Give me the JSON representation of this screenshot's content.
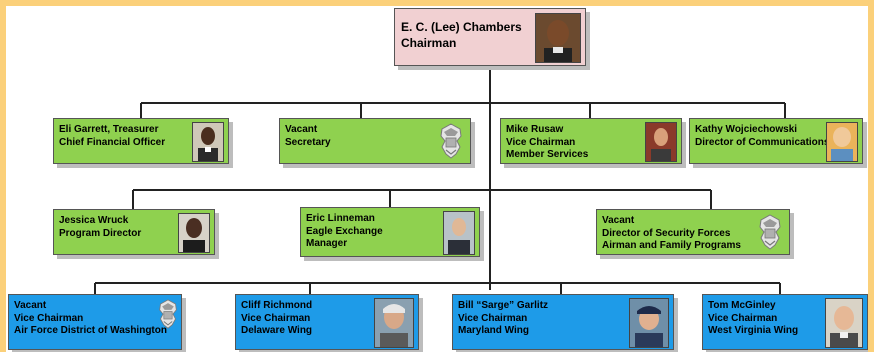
{
  "chart": {
    "top": {
      "lines": [
        "E. C. (Lee) Chambers",
        "Chairman"
      ]
    },
    "row1": [
      {
        "lines": [
          "Eli Garrett, Treasurer",
          "Chief Financial Officer"
        ]
      },
      {
        "lines": [
          "Vacant",
          "Secretary"
        ]
      },
      {
        "lines": [
          "Mike Rusaw",
          "Vice Chairman",
          "Member Services"
        ]
      },
      {
        "lines": [
          "Kathy Wojciechowski",
          "Director of Communications"
        ]
      }
    ],
    "row2": [
      {
        "lines": [
          "Jessica Wruck",
          "Program Director"
        ]
      },
      {
        "lines": [
          "Eric Linneman",
          "Eagle Exchange",
          "Manager"
        ]
      },
      {
        "lines": [
          "Vacant",
          "Director of Security Forces",
          "Airman and Family Programs"
        ]
      }
    ],
    "row3": [
      {
        "lines": [
          "Vacant",
          "Vice Chairman",
          "Air Force District of Washington"
        ]
      },
      {
        "lines": [
          "Cliff Richmond",
          "Vice Chairman",
          "Delaware Wing"
        ]
      },
      {
        "lines": [
          "Bill “Sarge” Garlitz",
          "Vice Chairman",
          "Maryland Wing"
        ]
      },
      {
        "lines": [
          "Tom McGinley",
          "Vice Chairman",
          "West Virginia Wing"
        ]
      }
    ]
  },
  "icons": {
    "vacant": "air-force-badge-icon",
    "person": "person-photo"
  },
  "colors": {
    "page": "#fbd07a",
    "top_box": "#f1d0d2",
    "staff_box": "#8fd14f",
    "wing_box": "#1e9be8",
    "connector": "#222222"
  }
}
